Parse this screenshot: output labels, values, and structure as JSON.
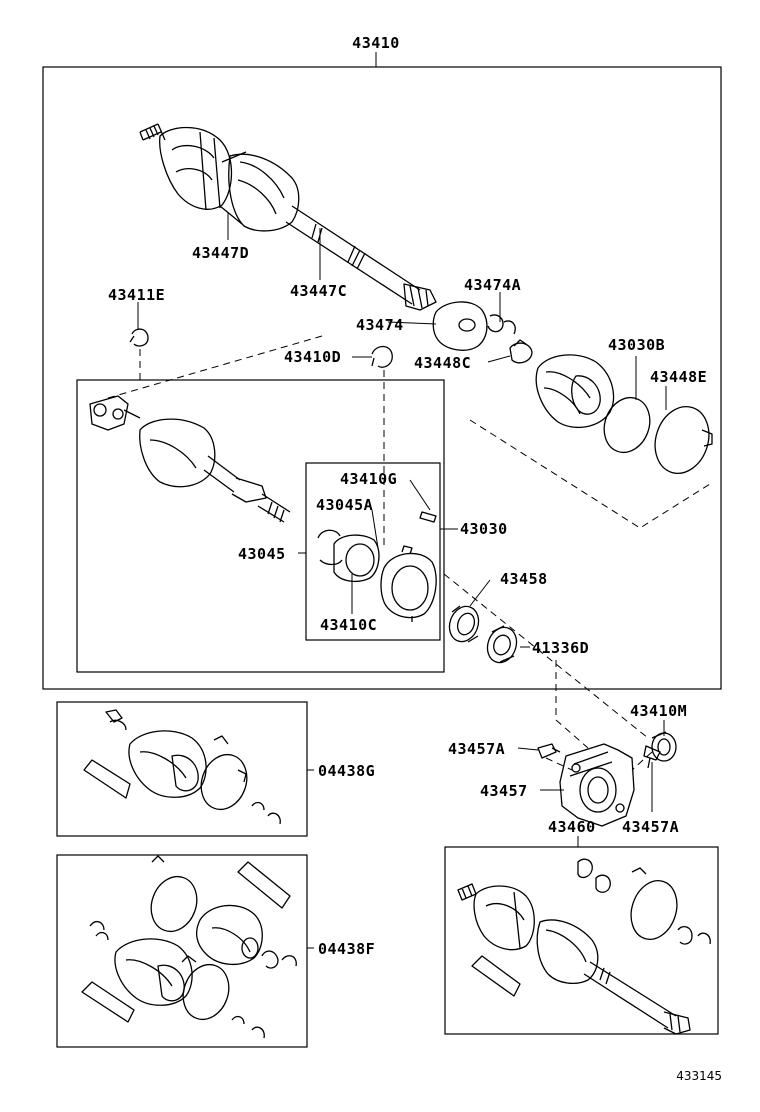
{
  "labels": {
    "p43410": "43410",
    "p43447D": "43447D",
    "p43447C": "43447C",
    "p43411E": "43411E",
    "p43474A": "43474A",
    "p43474": "43474",
    "p43410D": "43410D",
    "p43448C": "43448C",
    "p43030B": "43030B",
    "p43448E": "43448E",
    "p43410G": "43410G",
    "p43045A": "43045A",
    "p43030": "43030",
    "p43045": "43045",
    "p43458": "43458",
    "p43410C": "43410C",
    "p41336D": "41336D",
    "p43410M": "43410M",
    "p04438G": "04438G",
    "p43457A_1": "43457A",
    "p43457": "43457",
    "p43457A_2": "43457A",
    "p43460": "43460",
    "p04438F": "04438F"
  },
  "reference_number": "433145",
  "icons": [
    "drive-shaft",
    "cv-boot",
    "boot-band",
    "snap-ring",
    "bearing",
    "bracket",
    "bolt"
  ]
}
